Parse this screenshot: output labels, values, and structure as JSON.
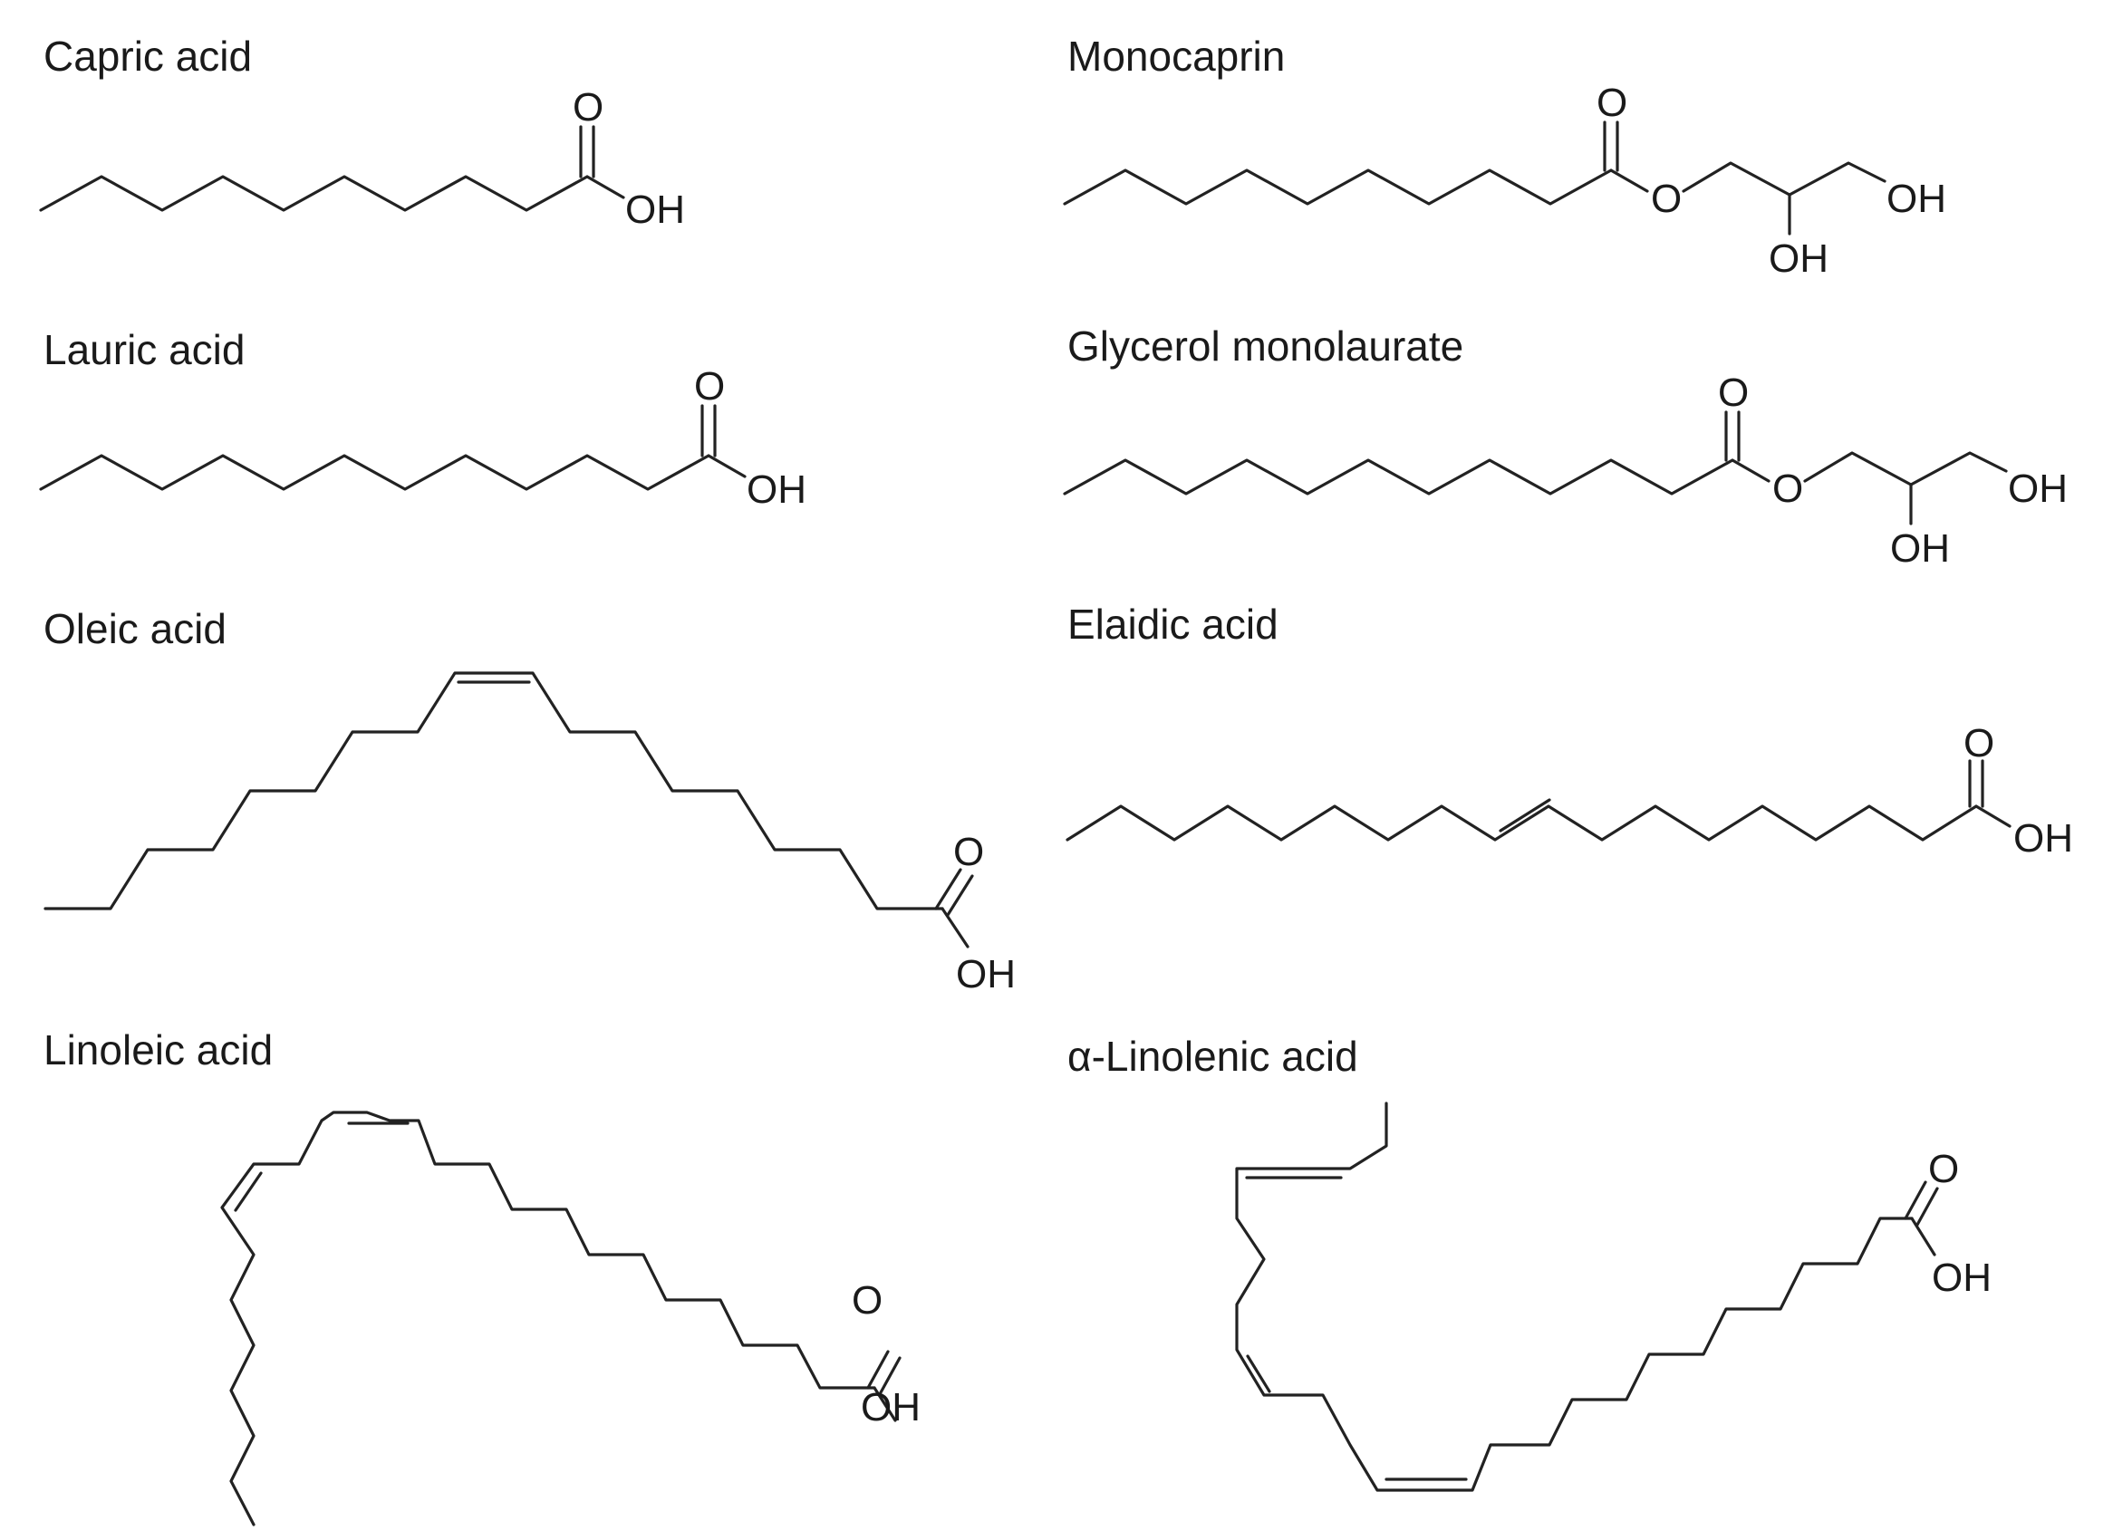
{
  "molecules": [
    {
      "name": "Capric acid",
      "atoms": [
        "O",
        "OH"
      ]
    },
    {
      "name": "Monocaprin",
      "atoms": [
        "O",
        "O",
        "OH",
        "OH"
      ]
    },
    {
      "name": "Lauric acid",
      "atoms": [
        "O",
        "OH"
      ]
    },
    {
      "name": "Glycerol monolaurate",
      "atoms": [
        "O",
        "O",
        "OH",
        "OH"
      ]
    },
    {
      "name": "Oleic acid",
      "atoms": [
        "O",
        "OH"
      ]
    },
    {
      "name": "Elaidic acid",
      "atoms": [
        "O",
        "OH"
      ]
    },
    {
      "name": "Linoleic acid",
      "atoms": [
        "O",
        "OH"
      ]
    },
    {
      "name": "α-Linolenic acid",
      "atoms": [
        "O",
        "OH"
      ]
    }
  ]
}
